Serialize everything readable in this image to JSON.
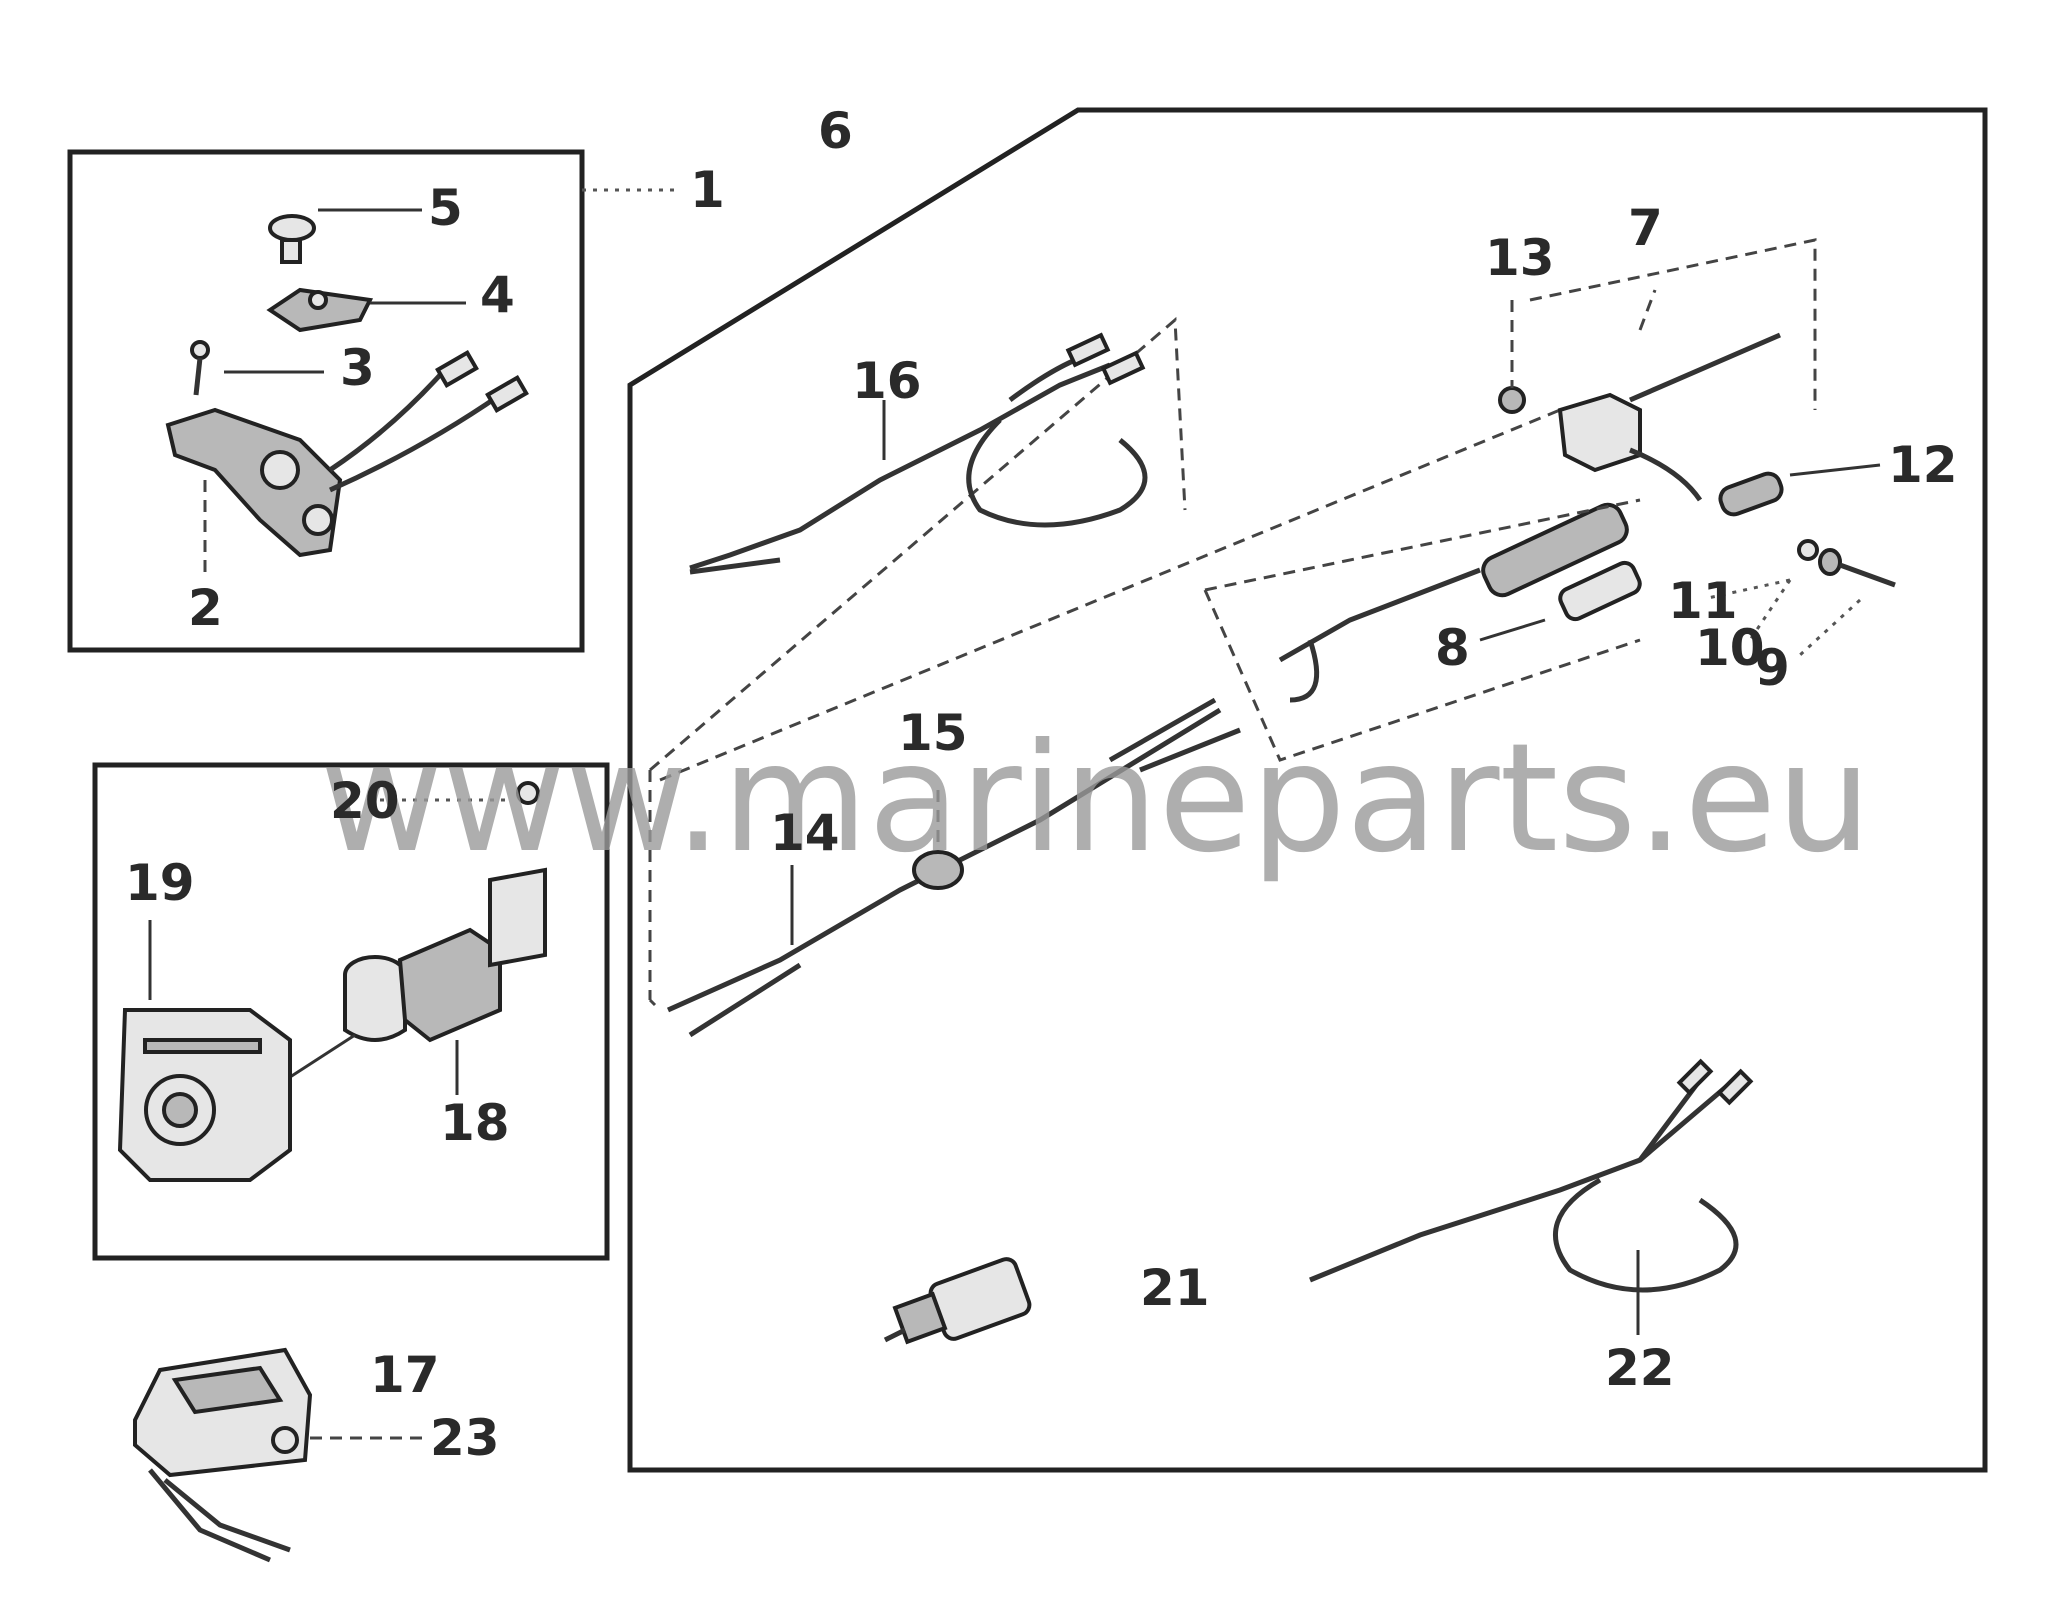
{
  "callouts": {
    "c1": "1",
    "c2": "2",
    "c3": "3",
    "c4": "4",
    "c5": "5",
    "c6": "6",
    "c7": "7",
    "c8": "8",
    "c9": "9",
    "c10": "10",
    "c11": "11",
    "c12": "12",
    "c13": "13",
    "c14": "14",
    "c15": "15",
    "c16": "16",
    "c17": "17",
    "c18": "18",
    "c19": "19",
    "c20": "20",
    "c21": "21",
    "c22": "22",
    "c23": "23"
  },
  "watermark": "www.marineparts.eu"
}
